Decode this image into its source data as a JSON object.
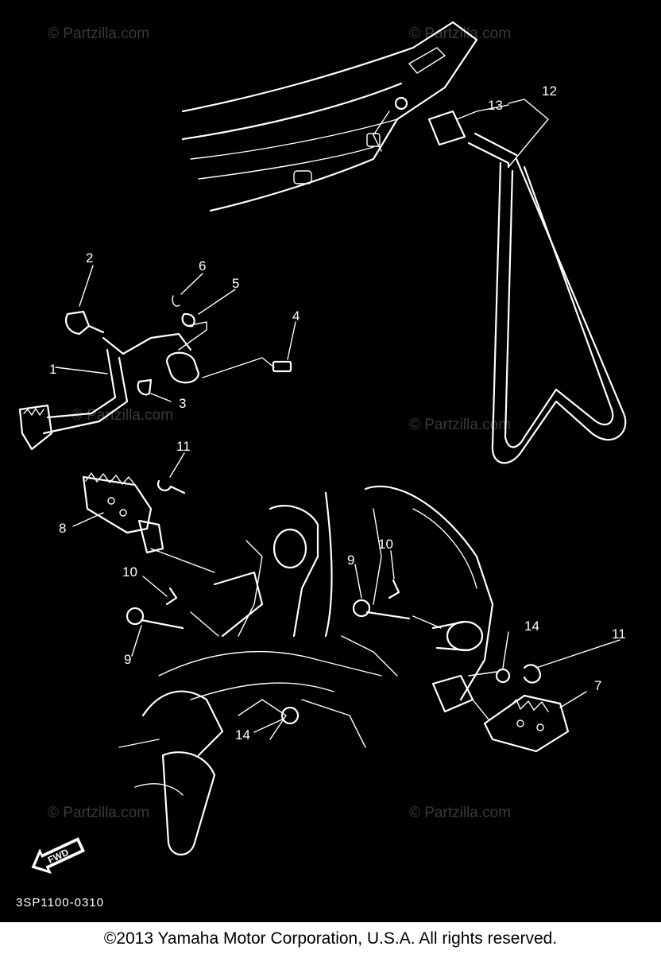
{
  "diagram": {
    "callouts": [
      {
        "id": "c1",
        "label": "1"
      },
      {
        "id": "c2",
        "label": "2"
      },
      {
        "id": "c3",
        "label": "3"
      },
      {
        "id": "c4",
        "label": "4"
      },
      {
        "id": "c5",
        "label": "5"
      },
      {
        "id": "c6",
        "label": "6"
      },
      {
        "id": "c7",
        "label": "7"
      },
      {
        "id": "c8",
        "label": "8"
      },
      {
        "id": "c9a",
        "label": "9"
      },
      {
        "id": "c9b",
        "label": "9"
      },
      {
        "id": "c10a",
        "label": "10"
      },
      {
        "id": "c10b",
        "label": "10"
      },
      {
        "id": "c11a",
        "label": "11"
      },
      {
        "id": "c11b",
        "label": "11"
      },
      {
        "id": "c12",
        "label": "12"
      },
      {
        "id": "c13",
        "label": "13"
      },
      {
        "id": "c14a",
        "label": "14"
      },
      {
        "id": "c14b",
        "label": "14"
      }
    ],
    "direction_label": "FWD",
    "diagram_code": "3SP1100-0310",
    "watermark": "© Partzilla.com",
    "colors": {
      "background": "#000000",
      "line": "#ffffff",
      "watermark": "#3a3a3a"
    }
  },
  "footer": {
    "copyright": "©2013 Yamaha Motor Corporation, U.S.A. All rights reserved."
  }
}
